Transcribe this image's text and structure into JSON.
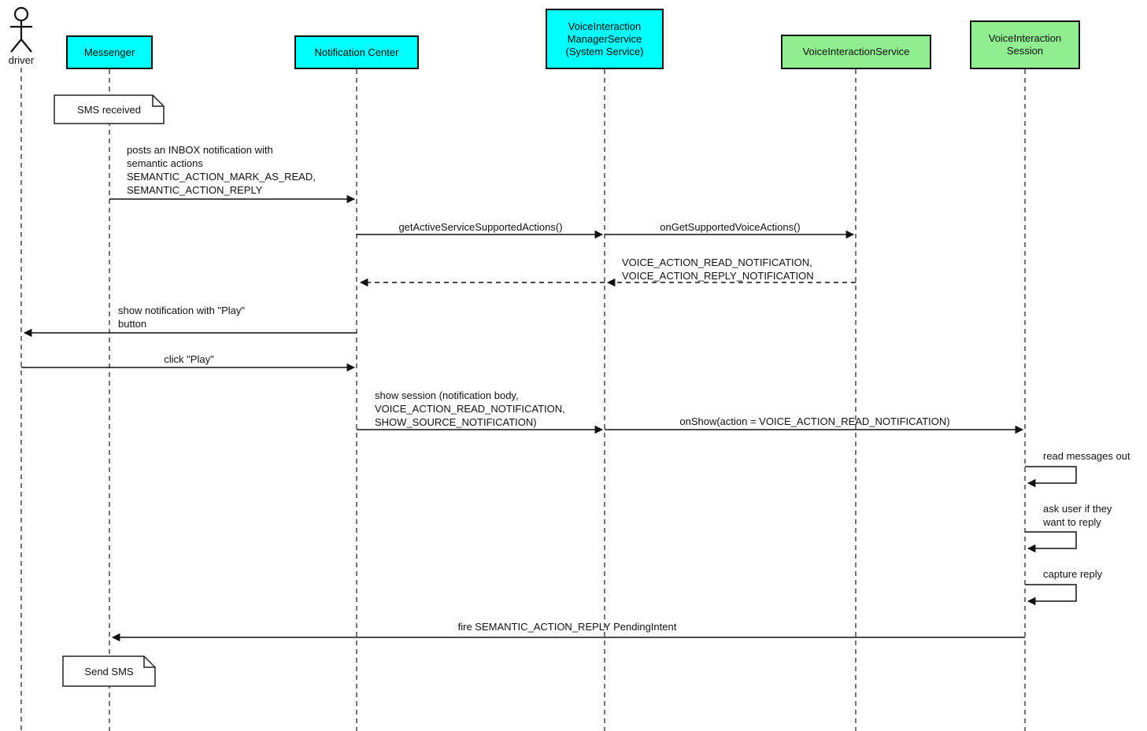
{
  "diagram_type": "uml-sequence-diagram",
  "colors": {
    "system_participant": "#00ffff",
    "voice_participant": "#90ee90",
    "line": "#111111",
    "lifeline": "#3c3c3c",
    "note_fill": "#ffffff",
    "background": "#ffffff"
  },
  "participants": [
    {
      "label": "driver",
      "type": "actor"
    },
    {
      "label": "Messenger",
      "type": "box",
      "color": "#00ffff"
    },
    {
      "label": "Notification Center",
      "type": "box",
      "color": "#00ffff"
    },
    {
      "label": "VoiceInteraction\nManagerService\n(System Service)",
      "type": "box",
      "color": "#00ffff"
    },
    {
      "label": "VoiceInteractionService",
      "type": "box",
      "color": "#90ee90"
    },
    {
      "label": "VoiceInteraction\nSession",
      "type": "box",
      "color": "#90ee90"
    }
  ],
  "notes": [
    {
      "text": "SMS received",
      "on": "Messenger"
    },
    {
      "text": "Send SMS",
      "on": "Messenger"
    }
  ],
  "messages": [
    {
      "from": "Messenger",
      "to": "Notification Center",
      "style": "solid",
      "text": "posts an INBOX notification with\nsemantic actions\nSEMANTIC_ACTION_MARK_AS_READ,\nSEMANTIC_ACTION_REPLY"
    },
    {
      "from": "Notification Center",
      "to": "VoiceInteraction ManagerService (System Service)",
      "style": "solid",
      "text": "getActiveServiceSupportedActions()"
    },
    {
      "from": "VoiceInteraction ManagerService (System Service)",
      "to": "VoiceInteractionService",
      "style": "solid",
      "text": "onGetSupportedVoiceActions()"
    },
    {
      "from": "VoiceInteractionService",
      "to": "Notification Center",
      "style": "dashed-return",
      "text": "VOICE_ACTION_READ_NOTIFICATION,\nVOICE_ACTION_REPLY_NOTIFICATION"
    },
    {
      "from": "Notification Center",
      "to": "driver",
      "style": "solid",
      "text": "show notification with \"Play\"\nbutton"
    },
    {
      "from": "driver",
      "to": "Notification Center",
      "style": "solid",
      "text": "click \"Play\""
    },
    {
      "from": "Notification Center",
      "to": "VoiceInteraction ManagerService (System Service)",
      "style": "solid",
      "text": "show session (notification body,\nVOICE_ACTION_READ_NOTIFICATION,\nSHOW_SOURCE_NOTIFICATION)"
    },
    {
      "from": "VoiceInteraction ManagerService (System Service)",
      "to": "VoiceInteraction Session",
      "style": "solid",
      "text": "onShow(action = VOICE_ACTION_READ_NOTIFICATION)"
    },
    {
      "from": "VoiceInteraction Session",
      "to": "VoiceInteraction Session",
      "style": "self",
      "text": "read messages out"
    },
    {
      "from": "VoiceInteraction Session",
      "to": "VoiceInteraction Session",
      "style": "self",
      "text": "ask user if they\nwant to reply"
    },
    {
      "from": "VoiceInteraction Session",
      "to": "VoiceInteraction Session",
      "style": "self",
      "text": "capture reply"
    },
    {
      "from": "VoiceInteraction Session",
      "to": "Messenger",
      "style": "solid",
      "text": "fire SEMANTIC_ACTION_REPLY PendingIntent"
    }
  ]
}
